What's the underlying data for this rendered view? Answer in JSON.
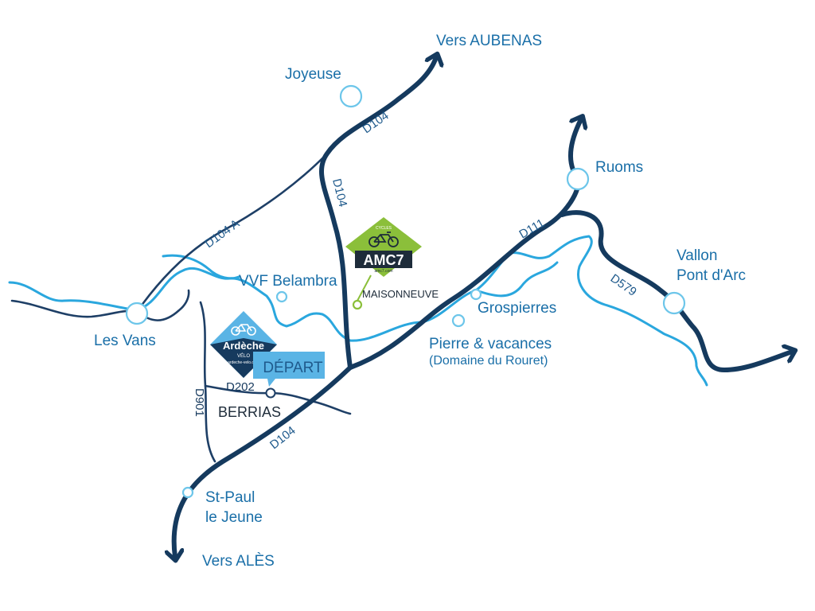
{
  "colors": {
    "main_road": "#153a5e",
    "minor_road": "#1e3f66",
    "river": "#2aa7de",
    "town_fill": "#ffffff",
    "town_stroke": "#6dc6ea",
    "label": "#1a6fa8",
    "amc7_green": "#8bbf3a",
    "ardeche_blue": "#5ab4e5",
    "depart_blue": "#5ab4e5"
  },
  "destinations": {
    "north": "Vers AUBENAS",
    "south": "Vers ALÈS"
  },
  "places": {
    "joyeuse": "Joyeuse",
    "ruoms": "Ruoms",
    "vallon_line1": "Vallon",
    "vallon_line2": "Pont d'Arc",
    "vvf": "VVF Belambra",
    "grospierres": "Grospierres",
    "pierre_line1": "Pierre & vacances",
    "pierre_line2": "(Domaine du Rouret)",
    "les_vans": "Les Vans",
    "berrias": "BERRIAS",
    "st_paul_line1": "St-Paul",
    "st_paul_line2": "le Jeune",
    "maisonneuve": "MAISONNEUVE"
  },
  "roads": {
    "d104_north": "D104",
    "d104_middle": "D104",
    "d104_south": "D104",
    "d104a": "D104 A",
    "d111": "D111",
    "d579": "D579",
    "d202": "D202",
    "d901": "D901"
  },
  "depart": "DÉPART",
  "logos": {
    "amc7_top": "CYCLES",
    "amc7_name": "AMC7",
    "amc7_url": "amc7.com",
    "ardeche_name": "Ardèche",
    "ardeche_sub": "VÉLO",
    "ardeche_url": "ardeche-velo.com"
  },
  "icons": {
    "amc7_bike": "bicycle-icon",
    "ardeche_bike": "bicycle-icon",
    "arrow": "arrow-head-icon"
  }
}
